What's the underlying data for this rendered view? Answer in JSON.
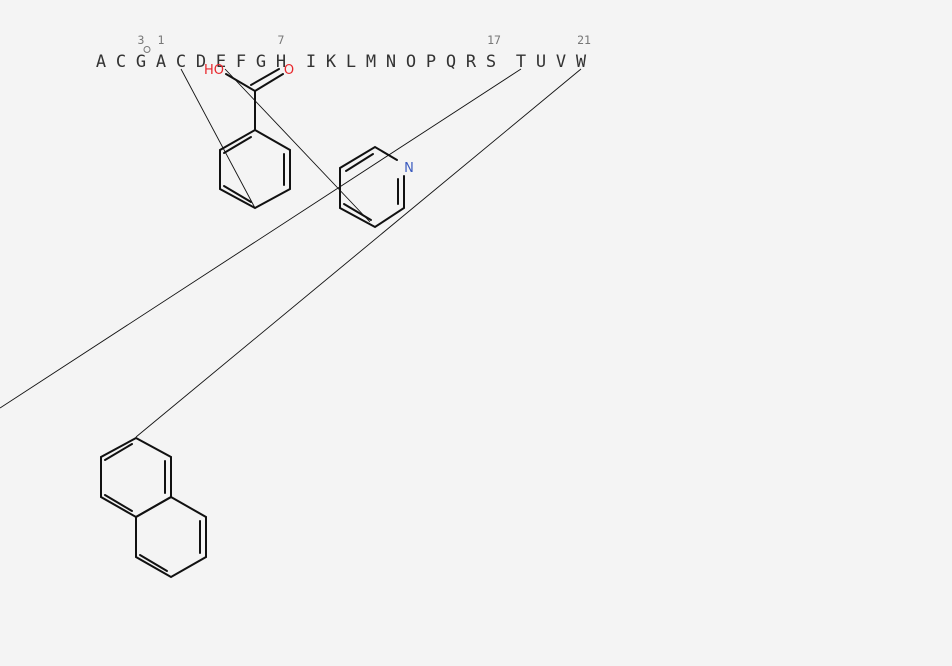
{
  "sequence": {
    "residues": [
      "A",
      "C",
      "G",
      "A",
      "C",
      "D",
      "E",
      "F",
      "G",
      "H",
      "I",
      "K",
      "L",
      "M",
      "N",
      "O",
      "P",
      "Q",
      "R",
      "S",
      "T",
      "U",
      "V",
      "W"
    ],
    "position_labels": [
      "3",
      "1",
      "7",
      "17",
      "21"
    ]
  },
  "molecules": {
    "benzoic_acid": {
      "atom_labels": [
        "HO",
        "O"
      ]
    },
    "pyridine": {
      "atom_labels": [
        "N"
      ]
    },
    "naphthalene": {
      "atom_labels": []
    }
  },
  "colors": {
    "background": "#f4f4f4",
    "text": "#333333",
    "position_label": "#777777",
    "bond": "#111111",
    "oxygen": "#e8262b",
    "nitrogen": "#3b5bbf"
  }
}
